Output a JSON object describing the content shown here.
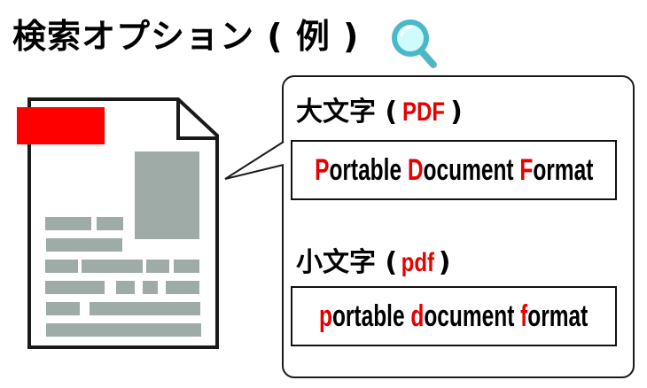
{
  "title": {
    "text": "検索オプション ( 例 )",
    "icon": "magnifier-icon",
    "icon_color": "#4bb8c9",
    "icon_lens_color": "#cffbfd"
  },
  "document_illustration": {
    "icon": "document-icon",
    "header_color": "#ff0000",
    "block_color": "#9eaba6",
    "outline_color": "#1a1a1a"
  },
  "callout": {
    "uppercase": {
      "label_prefix": "大文字 (",
      "label_highlight": "PDF",
      "label_suffix": ")",
      "phrase_words": [
        {
          "initial": "P",
          "rest": "ortable"
        },
        {
          "initial": "D",
          "rest": "ocument"
        },
        {
          "initial": "F",
          "rest": "ormat"
        }
      ]
    },
    "lowercase": {
      "label_prefix": "小文字 (",
      "label_highlight": "pdf",
      "label_suffix": ")",
      "phrase_words": [
        {
          "initial": "p",
          "rest": "ortable"
        },
        {
          "initial": "d",
          "rest": "ocument"
        },
        {
          "initial": "f",
          "rest": "ormat"
        }
      ]
    },
    "highlight_color": "#e60000"
  }
}
